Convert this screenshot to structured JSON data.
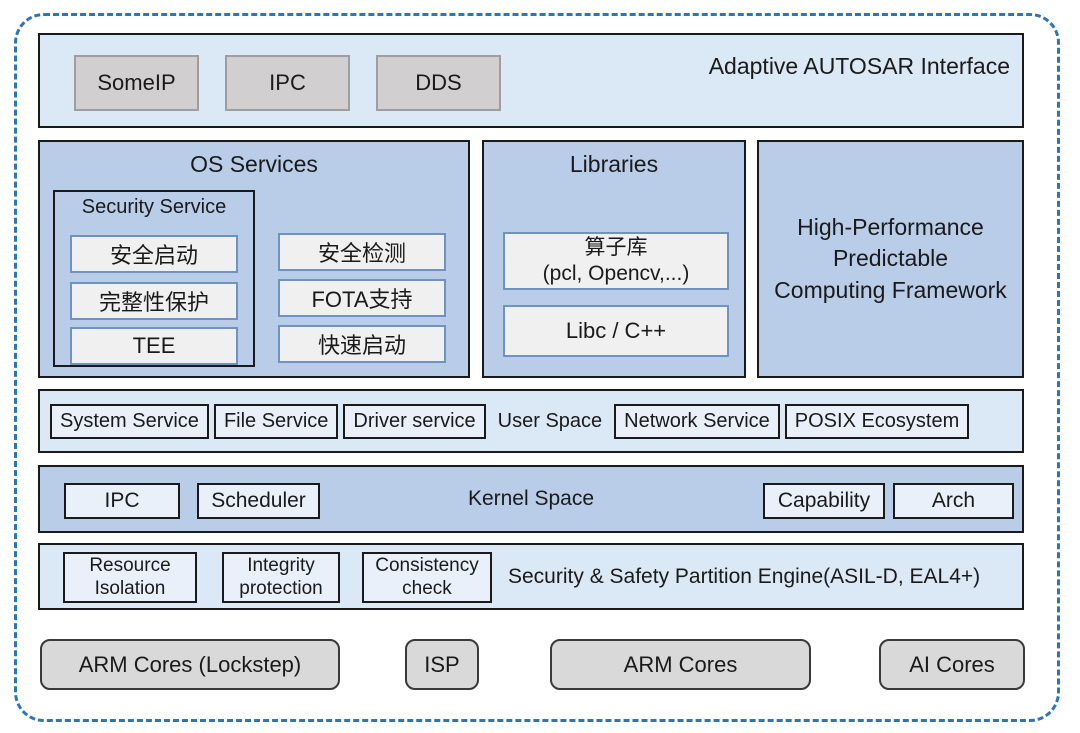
{
  "colors": {
    "frame_blue": "#2E75B6",
    "band_light": "#dbe8f6",
    "band_medium": "#b9cde9",
    "chip_gray": "#d1cfcf",
    "chip_gray_border": "#9f9d9d",
    "inner_chip_bg": "#f0f0f0",
    "inner_chip_border": "#6f93c1",
    "hw_chip_bg": "#d9d9d9",
    "hw_chip_border": "#3a3a3a",
    "box_border": "#1a1a1a",
    "light_inner_bg": "#e9f0fa",
    "text": "#1a1a1a"
  },
  "top_band": {
    "title": "Adaptive AUTOSAR Interface",
    "chips": [
      "SomeIP",
      "IPC",
      "DDS"
    ]
  },
  "os_services": {
    "title": "OS Services",
    "security_service": {
      "title": "Security Service",
      "items": [
        "安全启动",
        "完整性保护",
        "TEE"
      ]
    },
    "right_items": [
      "安全检测",
      "FOTA支持",
      "快速启动"
    ]
  },
  "libraries": {
    "title": "Libraries",
    "items": [
      "算子库\n(pcl, Opencv,...)",
      "Libc / C++"
    ]
  },
  "hpc": {
    "title": "High-Performance\nPredictable\nComputing Framework"
  },
  "user_space_band": {
    "left_boxes": [
      "System Service",
      "File Service",
      "Driver service"
    ],
    "label": "User Space",
    "right_boxes": [
      "Network Service",
      "POSIX Ecosystem"
    ]
  },
  "kernel_band": {
    "left_boxes": [
      "IPC",
      "Scheduler"
    ],
    "label": "Kernel Space",
    "right_boxes": [
      "Capability",
      "Arch"
    ]
  },
  "security_band": {
    "boxes": [
      "Resource\nIsolation",
      "Integrity\nprotection",
      "Consistency\ncheck"
    ],
    "label": "Security & Safety  Partition Engine(ASIL-D, EAL4+)"
  },
  "hardware_chips": [
    "ARM Cores (Lockstep)",
    "ISP",
    "ARM Cores",
    "AI Cores"
  ]
}
